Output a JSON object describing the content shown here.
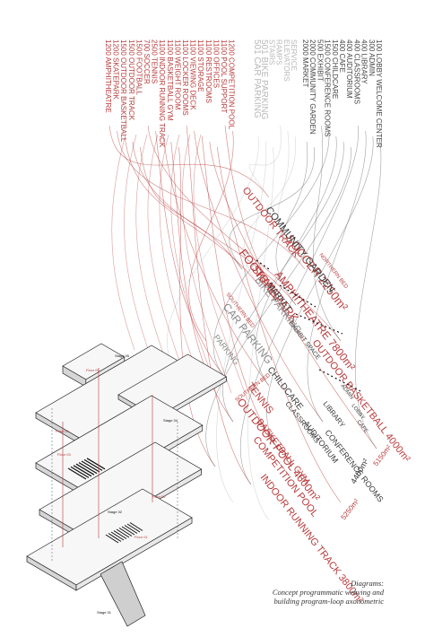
{
  "colors": {
    "red": "#b83b3b",
    "gray": "#8a8a8a",
    "dark": "#2a2a2a",
    "light": "#b8b8b8"
  },
  "top_list_red": [
    "1200 AMPHITHEATRE",
    "1200 SKATEPARK",
    "1500 OUTDOOR BASKETBALL",
    "1500 OUTDOOR TRACK",
    "1500 FOOTBALL",
    "700 SOCCER",
    "2500 TENNIS",
    "1100 INDOOR RUNNING TRACK",
    "1100 BASKETBALL GYM",
    "1100 WEIGHT ROOM",
    "1100 LOCKER ROOMS",
    "1100 VIEWING DECK",
    "1100 STORAGE",
    "1100 RESTROOMS",
    "1100 OFFICES",
    "1100 POOL SUPPORT",
    "1200 COMPETITION POOL"
  ],
  "top_list_gray": [
    "501 CAR PARKING",
    "501 BIKE PARKING",
    "STAIRS",
    "RAMPS",
    "ELEVATORS",
    "SERVICE"
  ],
  "top_list_dark": [
    "2000 MARKET",
    "2000 COMMUNITY GARDEN",
    "500 EXHIBIT",
    "1500 CONFERENCE ROOMS",
    "1500 CHILDCARE",
    "400 CAFE",
    "400 AUDITORIUM",
    "400 CLASSROOMS",
    "400 LIBRARY",
    "300 ADMIN",
    "100 LOBBY WELCOME CENTER"
  ],
  "program_labels_red": [
    "OUTDOOR TRACK",
    "SOCCER 2250m²",
    "FOOTBALL",
    "AMPHITHEATRE 7800m²",
    "SKATEPARK",
    "OUTDOOR BASKETBALL 4000m²",
    "TENNIS",
    "BASKETBALL GYM",
    "OUTDOOR POOL 4600m²",
    "COMPETITION POOL",
    "INDOOR RUNNING TRACK 3800m²",
    "5150m²",
    "5250m²",
    "NORTHERN BED",
    "SOUTHERN BED",
    "SOUTHERN BED"
  ],
  "program_labels_dark": [
    "COMMUNITY GARDEN",
    "MARKET",
    "EXHIBIT SPACE",
    "CHILDCARE",
    "CLASSROOMS",
    "AUDITORIUM",
    "LIBRARY",
    "CONFERENCE ROOMS",
    "4400m²",
    "ADMIN",
    "LOBBY",
    "CAFE"
  ],
  "program_labels_gray": [
    "CAR PARKING",
    "BIKE PARKING",
    "PARKING"
  ],
  "axon_tags": [
    "Floor 05",
    "Floor 04",
    "Floor 03",
    "Floor 02",
    "Floor 01",
    "Stage 05",
    "Stage 04",
    "Stage 02",
    "Stage 01"
  ],
  "caption": {
    "line1": "Diagrams:",
    "line2": "Concept programmatic weaving and",
    "line3": "building program-loop axonometric"
  }
}
